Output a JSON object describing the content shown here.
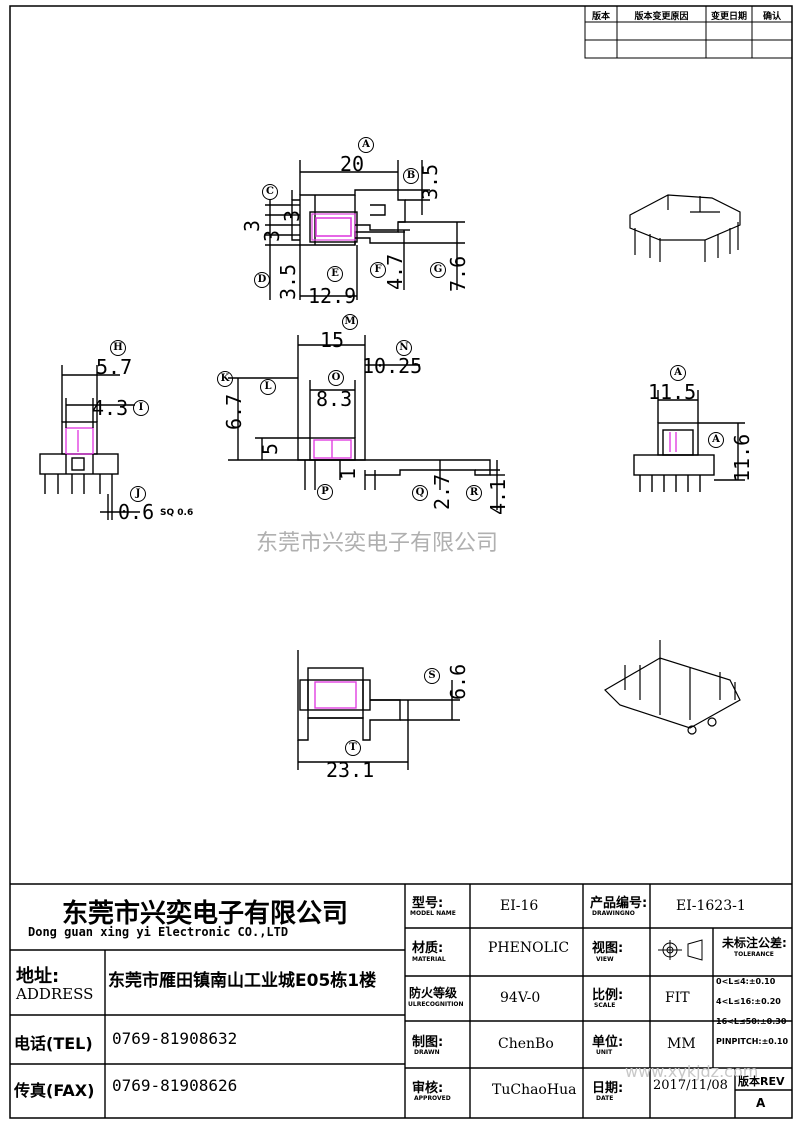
{
  "revision_table": {
    "headers": [
      "版本",
      "版本变更原因",
      "变更日期",
      "确认"
    ]
  },
  "dimensions": {
    "top_view": {
      "A": "20",
      "B": "3.5",
      "C1": "3",
      "C2": "3",
      "C3": "3",
      "D": "3.5",
      "E": "12.9",
      "F": "4.7",
      "G": "7.6"
    },
    "front_view": {
      "M": "15",
      "N": "10.25",
      "O": "8.3",
      "K": "6.7",
      "L": "5",
      "P": "1",
      "Q": "2.7",
      "R": "4.1"
    },
    "side_view": {
      "H": "5.7",
      "I": "4.3",
      "J": "0.6",
      "J_note": "SQ 0.6"
    },
    "right_view": {
      "A1": "11.5",
      "A2": "11.6"
    },
    "bottom_view": {
      "S": "6.6",
      "T": "23.1"
    }
  },
  "labels": {
    "A": "A",
    "B": "B",
    "C": "C",
    "D": "D",
    "E": "E",
    "F": "F",
    "G": "G",
    "H": "H",
    "I": "I",
    "J": "J",
    "K": "K",
    "L": "L",
    "M": "M",
    "N": "N",
    "O": "O",
    "P": "P",
    "Q": "Q",
    "R": "R",
    "S": "S",
    "T": "T"
  },
  "watermark": "东莞市兴奕电子有限公司",
  "watermark_url": "www.xykjdz.com",
  "title_block": {
    "company_cn": "东莞市兴奕电子有限公司",
    "company_en": "Dong guan xing yi Electronic CO.,LTD",
    "address_label_cn": "地址:",
    "address_label_en": "ADDRESS",
    "address": "东莞市雁田镇南山工业城E05栋1楼",
    "tel_label": "电话(TEL)",
    "tel": "0769-81908632",
    "fax_label": "传真(FAX)",
    "fax": "0769-81908626",
    "model_label_cn": "型号:",
    "model_label_en": "MODEL NAME",
    "model": "EI-16",
    "material_label_cn": "材质:",
    "material_label_en": "MATERIAL",
    "material": "PHENOLIC",
    "ul_label_cn": "防火等级",
    "ul_label_en": "ULRECOGNITION",
    "ul": "94V-0",
    "drawn_label_cn": "制图:",
    "drawn_label_en": "DRAWN",
    "drawn": "ChenBo",
    "approved_label_cn": "审核:",
    "approved_label_en": "APPROVED",
    "approved": "TuChaoHua",
    "drawingno_label_cn": "产品编号:",
    "drawingno_label_en": "DRAWINGNO",
    "drawingno": "EI-1623-1",
    "view_label_cn": "视图:",
    "view_label_en": "VIEW",
    "scale_label_cn": "比例:",
    "scale_label_en": "SCALE",
    "scale": "FIT",
    "unit_label_cn": "单位:",
    "unit_label_en": "UNIT",
    "unit": "MM",
    "date_label_cn": "日期:",
    "date_label_en": "DATE",
    "date": "2017/11/08",
    "tolerance_title_cn": "未标注公差:",
    "tolerance_title_en": "TOLERANCE",
    "tol1": "0<L≤4:±0.10",
    "tol2": "4<L≤16:±0.20",
    "tol3": "16<L≤50:±0.30",
    "tol4": "PINPITCH:±0.10",
    "rev_label": "版本REV",
    "rev": "A"
  }
}
